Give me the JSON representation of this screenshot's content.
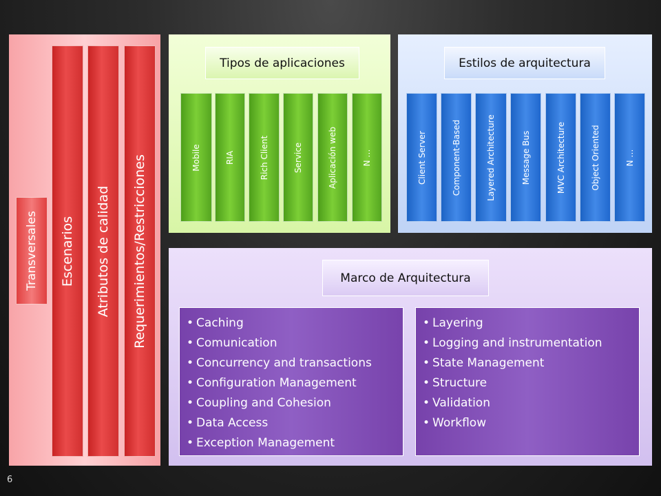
{
  "left_panel": {
    "transversales": "Transversales",
    "bars": [
      "Escenarios",
      "Atributos de calidad",
      "Requerimientos/Restricciones"
    ]
  },
  "tipos": {
    "title": "Tipos de aplicaciones",
    "items": [
      "Mobile",
      "RIA",
      "Rich Client",
      "Service",
      "Aplicación web",
      "N …"
    ]
  },
  "estilos": {
    "title": "Estilos de arquitectura",
    "items": [
      "Client Server",
      "Component-Based",
      "Layered Architecture",
      "Message Bus",
      "MVC Architecture",
      "Object Oriented",
      "N …"
    ]
  },
  "marco": {
    "title": "Marco de Arquitectura",
    "left_list": [
      "Caching",
      "Comunication",
      "Concurrency and transactions",
      "Configuration Management",
      "Coupling and Cohesion",
      "Data Access",
      "Exception Management"
    ],
    "right_list": [
      "Layering",
      "Logging and instrumentation",
      "State Management",
      "Structure",
      "Validation",
      "Workflow"
    ]
  },
  "page_number": "6"
}
